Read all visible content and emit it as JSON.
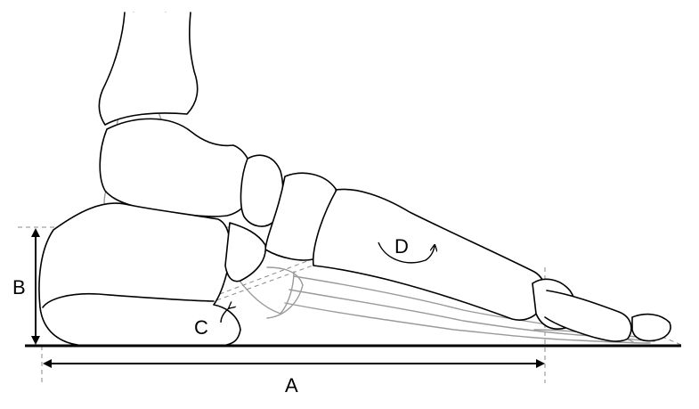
{
  "labels": {
    "a": "A",
    "b": "B",
    "c": "C",
    "d": "D"
  },
  "colors": {
    "outline": "#000000",
    "hidden_bones": "#9a9a9a",
    "guide_lines": "#8a8a8a",
    "background": "#ffffff"
  }
}
